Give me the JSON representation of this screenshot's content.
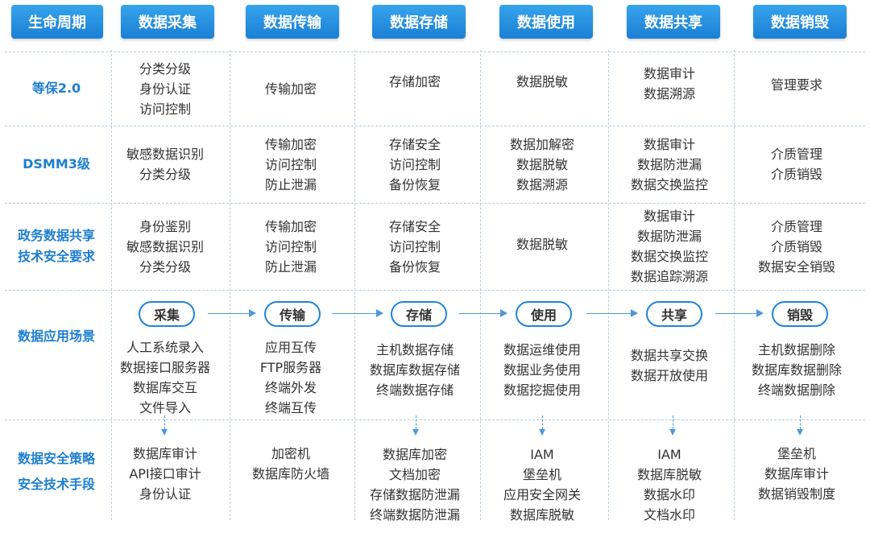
{
  "headers": [
    "生命周期",
    "数据采集",
    "数据传输",
    "数据存储",
    "数据使用",
    "数据共享",
    "数据销毁"
  ],
  "rows": [
    {
      "label": [
        "等保2.0"
      ],
      "cells": [
        [
          "分类分级",
          "身份认证",
          "访问控制"
        ],
        [
          "传输加密"
        ],
        [
          "存储加密"
        ],
        [
          "数据脱敏"
        ],
        [
          "数据审计",
          "数据溯源"
        ],
        [
          "管理要求"
        ]
      ]
    },
    {
      "label": [
        "DSMM3级"
      ],
      "cells": [
        [
          "敏感数据识别",
          "分类分级"
        ],
        [
          "传输加密",
          "访问控制",
          "防止泄漏"
        ],
        [
          "存储安全",
          "访问控制",
          "备份恢复"
        ],
        [
          "数据加解密",
          "数据脱敏",
          "数据溯源"
        ],
        [
          "数据审计",
          "数据防泄漏",
          "数据交换监控"
        ],
        [
          "介质管理",
          "介质销毁"
        ]
      ]
    },
    {
      "label": [
        "政务数据共享",
        "技术安全要求"
      ],
      "cells": [
        [
          "身份鉴别",
          "敏感数据识别",
          "分类分级"
        ],
        [
          "传输加密",
          "访问控制",
          "防止泄漏"
        ],
        [
          "存储安全",
          "访问控制",
          "备份恢复"
        ],
        [
          "数据脱敏"
        ],
        [
          "数据审计",
          "数据防泄漏",
          "数据交换监控",
          "数据追踪溯源"
        ],
        [
          "介质管理",
          "介质销毁",
          "数据安全销毁"
        ]
      ]
    }
  ],
  "scenario": {
    "label": [
      "数据应用场景"
    ],
    "stages": [
      "采集",
      "传输",
      "存储",
      "使用",
      "共享",
      "销毁"
    ],
    "cells": [
      [
        "人工系统录入",
        "数据接口服务器",
        "数据库交互",
        "文件导入"
      ],
      [
        "应用互传",
        "FTP服务器",
        "终端外发",
        "终端互传"
      ],
      [
        "主机数据存储",
        "数据库数据存储",
        "终端数据存储"
      ],
      [
        "数据运维使用",
        "数据业务使用",
        "数据挖掘使用"
      ],
      [
        "数据共享交换",
        "数据开放使用"
      ],
      [
        "主机数据删除",
        "数据库数据删除",
        "终端数据删除"
      ]
    ]
  },
  "strategy": {
    "label": [
      "数据安全策略",
      "安全技术手段"
    ],
    "cells": [
      [
        "数据库审计",
        "API接口审计",
        "身份认证"
      ],
      [
        "加密机",
        "数据库防火墙"
      ],
      [
        "数据库加密",
        "文档加密",
        "存储数据防泄漏",
        "终端数据防泄漏"
      ],
      [
        "IAM",
        "堡垒机",
        "应用安全网关",
        "数据库脱敏"
      ],
      [
        "IAM",
        "数据库脱敏",
        "数据水印",
        "文档水印"
      ],
      [
        "堡垒机",
        "数据库审计",
        "数据销毁制度"
      ]
    ]
  },
  "colors": {
    "accent": "#1e7fd0",
    "header_bg": "#2a93e2",
    "text": "#333333"
  }
}
